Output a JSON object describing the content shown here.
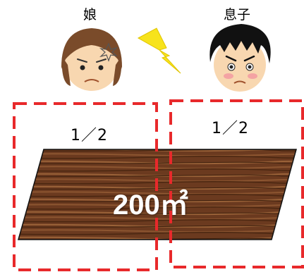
{
  "people": {
    "daughter_label": "娘",
    "son_label": "息子"
  },
  "shares": {
    "left": "1／2",
    "right": "1／2"
  },
  "land": {
    "area": "200㎡"
  },
  "colors": {
    "dash": "#e8292b",
    "lightning": "#f7e31c",
    "wood": "#6b3a1f",
    "skin": "#f8d7b0",
    "hair_daughter": "#7a4b2a",
    "hair_son": "#111111"
  }
}
